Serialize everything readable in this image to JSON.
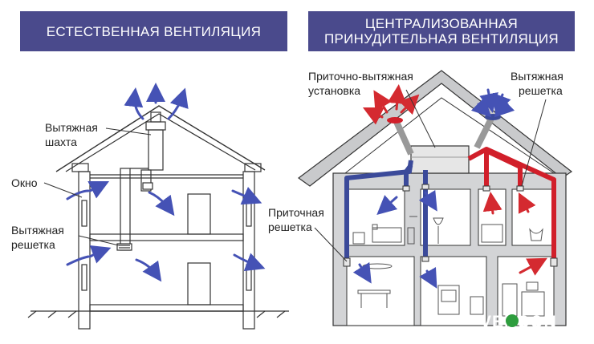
{
  "banners": {
    "natural": "ЕСТЕСТВЕННАЯ ВЕНТИЛЯЦИЯ",
    "central_line1": "ЦЕНТРАЛИЗОВАННАЯ",
    "central_line2": "ПРИНУДИТЕЛЬНАЯ ВЕНТИЛЯЦИЯ"
  },
  "labels": {
    "exhaust_shaft_1": "Вытяжная",
    "exhaust_shaft_2": "шахта",
    "window": "Окно",
    "exhaust_grille_left_1": "Вытяжная",
    "exhaust_grille_left_2": "решетка",
    "supply_exhaust_unit_1": "Приточно-вытяжная",
    "supply_exhaust_unit_2": "установка",
    "exhaust_grille_right_1": "Вытяжная",
    "exhaust_grille_right_2": "решетка",
    "supply_grille_1": "Приточная",
    "supply_grille_2": "решетка"
  },
  "logo": "VENCON",
  "colors": {
    "banner": "#4a4a8c",
    "supply_duct": "#3b4a9a",
    "exhaust_duct": "#d11f2a",
    "air_arrow_blue": "#4552b5",
    "air_arrow_red": "#d42a30",
    "house_fill": "#d3d4d6"
  }
}
